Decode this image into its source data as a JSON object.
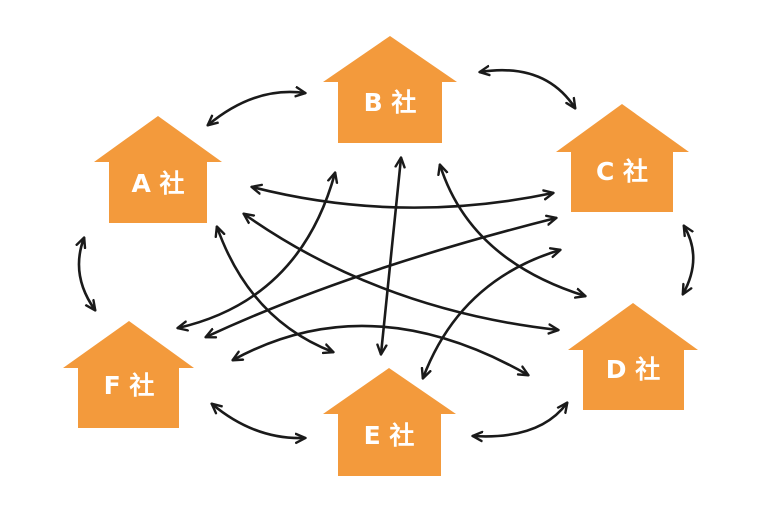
{
  "houses": [
    {
      "id": "A",
      "label": "A 社"
    },
    {
      "id": "B",
      "label": "B 社"
    },
    {
      "id": "C",
      "label": "C 社"
    },
    {
      "id": "D",
      "label": "D 社"
    },
    {
      "id": "E",
      "label": "E 社"
    },
    {
      "id": "F",
      "label": "F 社"
    }
  ],
  "connections": [
    {
      "from": "A",
      "to": "B"
    },
    {
      "from": "B",
      "to": "C"
    },
    {
      "from": "C",
      "to": "D"
    },
    {
      "from": "D",
      "to": "E"
    },
    {
      "from": "E",
      "to": "F"
    },
    {
      "from": "F",
      "to": "A"
    },
    {
      "from": "A",
      "to": "C"
    },
    {
      "from": "A",
      "to": "D"
    },
    {
      "from": "A",
      "to": "E"
    },
    {
      "from": "B",
      "to": "D"
    },
    {
      "from": "B",
      "to": "E"
    },
    {
      "from": "B",
      "to": "F"
    },
    {
      "from": "C",
      "to": "E"
    },
    {
      "from": "C",
      "to": "F"
    },
    {
      "from": "D",
      "to": "F"
    }
  ],
  "colors": {
    "house": "#f39a3c",
    "label": "#ffffff",
    "arrow": "#1a1a1a"
  }
}
